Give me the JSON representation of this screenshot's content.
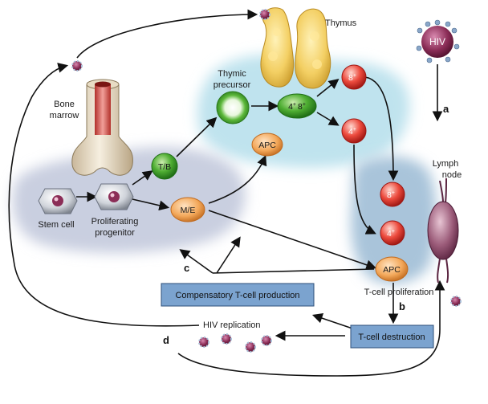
{
  "labels": {
    "thymus": "Thymus",
    "hiv": "HIV",
    "bone_marrow_1": "Bone",
    "bone_marrow_2": "marrow",
    "thymic_precursor_1": "Thymic",
    "thymic_precursor_2": "precursor",
    "stem_cell": "Stem cell",
    "proliferating_1": "Proliferating",
    "proliferating_2": "progenitor",
    "lymph_node_1": "Lymph",
    "lymph_node_2": "node",
    "t_cell_proliferation": "T-cell proliferation",
    "hiv_replication": "HIV replication"
  },
  "nodes": {
    "tb": "T/B",
    "me": "M/E",
    "apc_thymus": "APC",
    "apc_lymph": "APC",
    "cd48_a": "4",
    "cd48_b": "8",
    "cd8_thymus": "8",
    "cd4_thymus": "4",
    "cd8_lymph": "8",
    "cd4_lymph": "4",
    "plus": "+"
  },
  "boxes": {
    "compensatory": "Compensatory T-cell production",
    "destruction": "T-cell destruction"
  },
  "letters": {
    "a": "a",
    "b": "b",
    "c": "c",
    "d": "d"
  },
  "colors": {
    "thymus_bg": "#bfe3ee",
    "marrow_bg": "#c9cfe0",
    "lymph_bg": "#a9c4da",
    "box_fill": "#7ba3cf",
    "green": "#3a9a2a",
    "orange": "#f0a150",
    "red": "#d9302a",
    "virus": "#7a1f45"
  }
}
